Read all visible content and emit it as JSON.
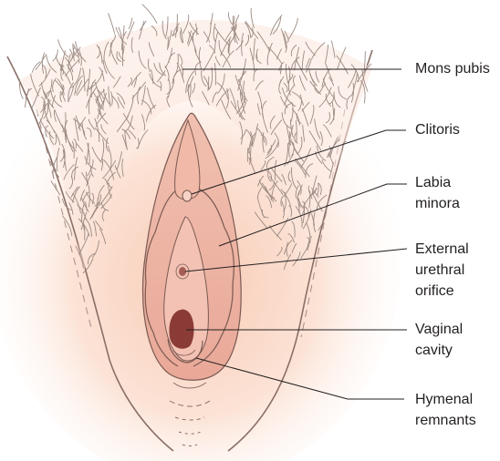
{
  "labels": {
    "mons_pubis": "Mons pubis",
    "clitoris": "Clitoris",
    "labia_minora_1": "Labia",
    "labia_minora_2": "minora",
    "urethral_orifice_1": "External",
    "urethral_orifice_2": "urethral",
    "urethral_orifice_3": "orifice",
    "vaginal_cavity_1": "Vaginal",
    "vaginal_cavity_2": "cavity",
    "hymenal_remnants_1": "Hymenal",
    "hymenal_remnants_2": "remnants"
  },
  "colors": {
    "skin_glow": "#f7c6ae",
    "labia_fill": "#efb6a6",
    "inner_fill": "#f3c2b4",
    "vaginal_cavity": "#8a3b36",
    "outline": "#7a5a52",
    "hair": "#9b8a82",
    "leader_line": "#231f20"
  }
}
